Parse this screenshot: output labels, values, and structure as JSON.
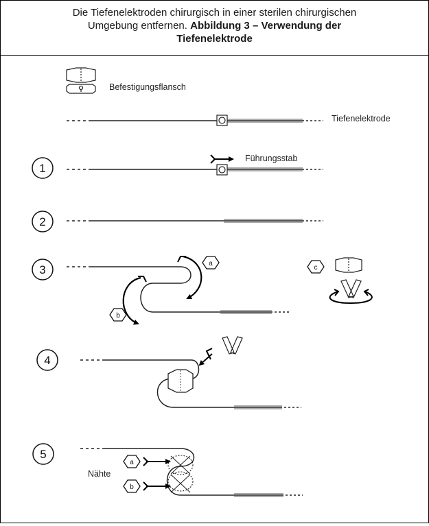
{
  "header": {
    "line1": "Die Tiefenelektroden chirurgisch in einer sterilen chirurgischen",
    "line2_normal": "Umgebung entfernen. ",
    "line2_bold": "Abbildung 3 – Verwendung der",
    "line3_bold": "Tiefenelektrode"
  },
  "labels": {
    "flange": "Befestigungsflansch",
    "electrode": "Tiefenelektrode",
    "guide_rod": "Führungsstab",
    "sutures": "Nähte"
  },
  "steps": [
    "1",
    "2",
    "3",
    "4",
    "5"
  ],
  "markers": {
    "a": "a",
    "b": "b",
    "c": "c"
  }
}
